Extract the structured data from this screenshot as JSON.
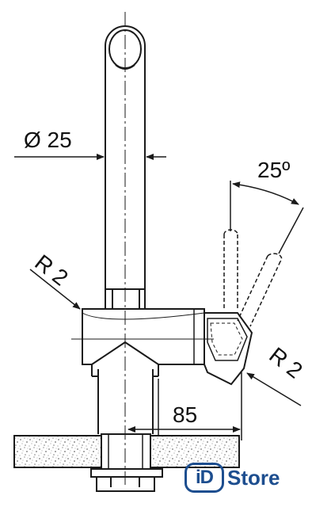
{
  "drawing": {
    "diameter_label": "Ø 25",
    "angle_label": "25º",
    "radius_label_left": "R 2",
    "radius_label_right": "R 2",
    "reach_label": "85"
  },
  "brand": {
    "badge_text": "iD",
    "word_text": "Store",
    "color": "#1d4e8f"
  },
  "colors": {
    "line": "#1a1a1a",
    "worktop_texture": "#9a9a9a"
  }
}
